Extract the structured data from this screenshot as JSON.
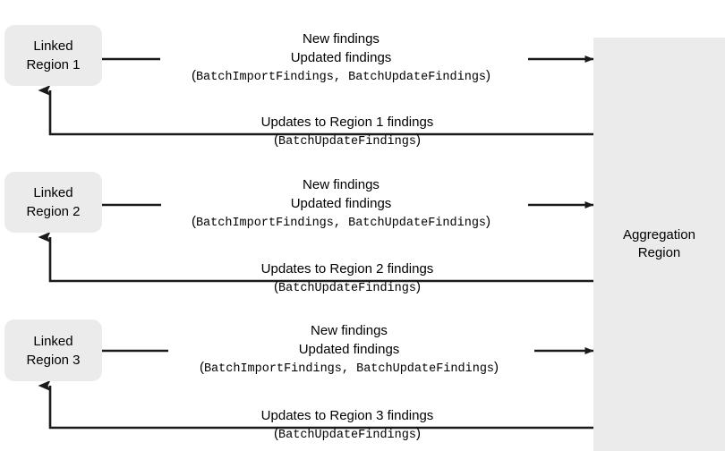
{
  "diagram": {
    "title": "Security Hub cross-Region finding aggregation",
    "colors": {
      "box_fill": "#ebebeb",
      "line": "#1a1a1a",
      "text": "#000000",
      "background": "#ffffff"
    },
    "aggregation_region": {
      "label": "Aggregation\nRegion",
      "label_line1": "Aggregation",
      "label_line2": "Region"
    },
    "linked_regions": [
      {
        "label": "Linked\nRegion 1",
        "label_line1": "Linked",
        "label_line2": "Region 1"
      },
      {
        "label": "Linked\nRegion 2",
        "label_line1": "Linked",
        "label_line2": "Region 2"
      },
      {
        "label": "Linked\nRegion 3",
        "label_line1": "Linked",
        "label_line2": "Region 3"
      }
    ],
    "outbound_flows": [
      {
        "line1": "New findings",
        "line2": "Updated findings",
        "open_paren": "(",
        "api1": "BatchImportFindings",
        "comma": ", ",
        "api2": "BatchUpdateFindings",
        "close_paren": ")"
      },
      {
        "line1": "New findings",
        "line2": "Updated findings",
        "open_paren": "(",
        "api1": "BatchImportFindings",
        "comma": ", ",
        "api2": "BatchUpdateFindings",
        "close_paren": ")"
      },
      {
        "line1": "New findings",
        "line2": "Updated findings",
        "open_paren": "(",
        "api1": "BatchImportFindings",
        "comma": ", ",
        "api2": "BatchUpdateFindings",
        "close_paren": ")"
      }
    ],
    "return_flows": [
      {
        "line1": "Updates to Region 1 findings",
        "open_paren": "(",
        "api1": "BatchUpdateFindings",
        "close_paren": ")"
      },
      {
        "line1": "Updates to Region 2 findings",
        "open_paren": "(",
        "api1": "BatchUpdateFindings",
        "close_paren": ")"
      },
      {
        "line1": "Updates to Region 3 findings",
        "open_paren": "(",
        "api1": "BatchUpdateFindings",
        "close_paren": ")"
      }
    ]
  }
}
